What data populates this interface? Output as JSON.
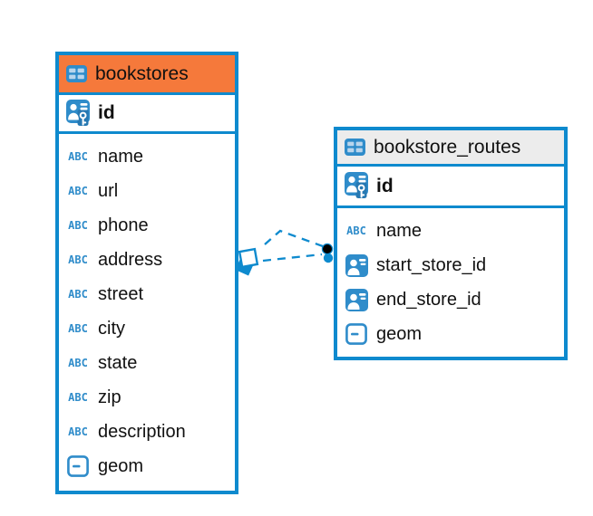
{
  "diagram": {
    "tables": [
      {
        "name": "bookstores",
        "header_style": "orange",
        "columns": [
          {
            "name": "id",
            "type": "primary-key"
          },
          {
            "name": "name",
            "type": "text"
          },
          {
            "name": "url",
            "type": "text"
          },
          {
            "name": "phone",
            "type": "text"
          },
          {
            "name": "address",
            "type": "text"
          },
          {
            "name": "street",
            "type": "text"
          },
          {
            "name": "city",
            "type": "text"
          },
          {
            "name": "state",
            "type": "text"
          },
          {
            "name": "zip",
            "type": "text"
          },
          {
            "name": "description",
            "type": "text"
          },
          {
            "name": "geom",
            "type": "geometry"
          }
        ]
      },
      {
        "name": "bookstore_routes",
        "header_style": "gray",
        "columns": [
          {
            "name": "id",
            "type": "primary-key"
          },
          {
            "name": "name",
            "type": "text"
          },
          {
            "name": "start_store_id",
            "type": "foreign-key"
          },
          {
            "name": "end_store_id",
            "type": "foreign-key"
          },
          {
            "name": "geom",
            "type": "geometry"
          }
        ]
      }
    ],
    "relationship": {
      "from_table": "bookstores",
      "to_table": "bookstore_routes",
      "line_style": "dashed"
    },
    "icons": {
      "text_type_glyph": "ABC",
      "table_icon": "table-grid",
      "primary_key_icon": "person-key",
      "foreign_key_icon": "person-card",
      "geometry_icon": "box-dash"
    },
    "colors": {
      "accent_blue": "#0e8ace",
      "icon_blue": "#2f8cca",
      "header_orange": "#f5793b",
      "header_gray": "#ececec",
      "text": "#111111"
    }
  }
}
